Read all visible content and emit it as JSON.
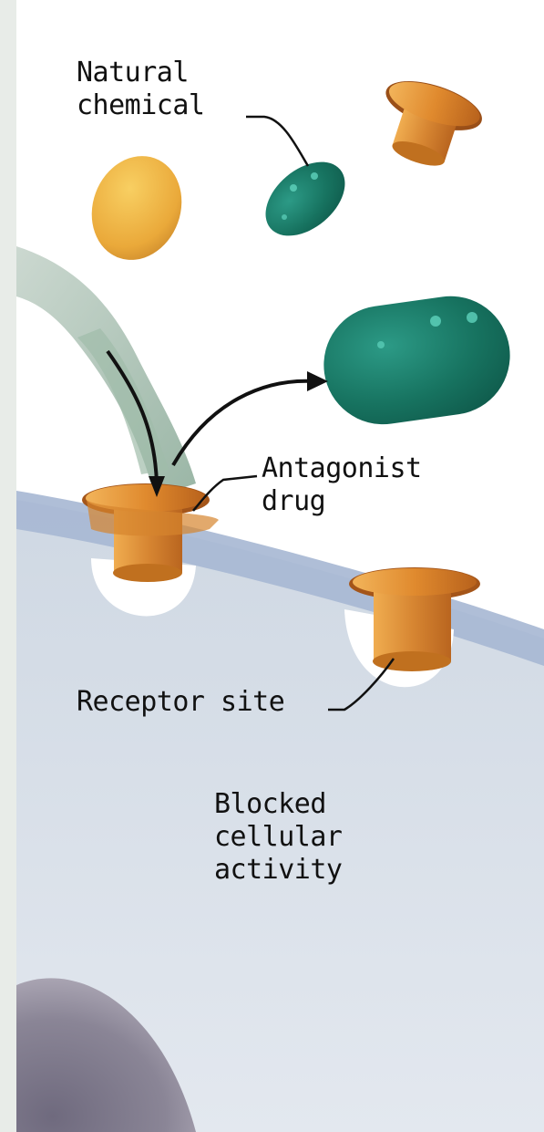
{
  "labels": {
    "natural_chemical": "Natural\nchemical",
    "antagonist_drug": "Antagonist\ndrug",
    "receptor_site": "Receptor site",
    "blocked_activity": "Blocked\ncellular\nactivity"
  },
  "colors": {
    "background": "#ffffff",
    "cell": "#d9e0ea",
    "membrane": "#9fb2cf",
    "nucleus": "#8a8596",
    "antagonist": "#e1933a",
    "natural_chemical": "#1e7d6e",
    "yellow_molecule": "#f0b840",
    "tube": "#a9c2b3",
    "arrow": "#111111"
  }
}
